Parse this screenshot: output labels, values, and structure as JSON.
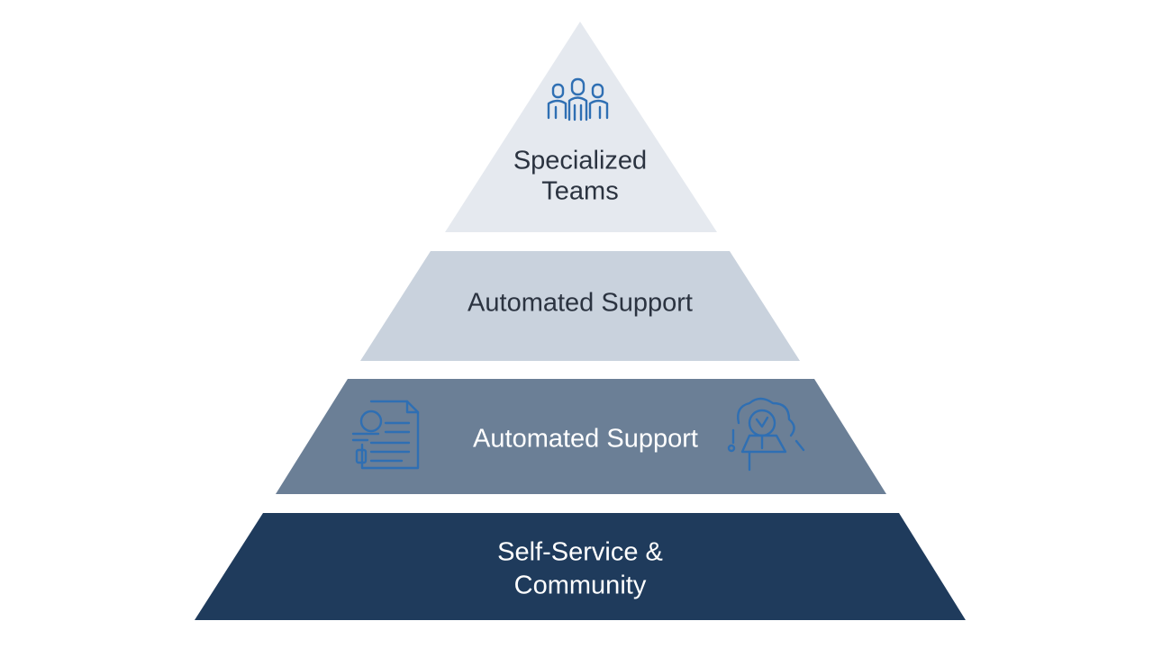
{
  "diagram": {
    "type": "pyramid",
    "tiers": [
      {
        "id": "top",
        "lines": [
          "Specialized",
          "Teams"
        ],
        "fill": "#e5e9ef",
        "text_color": "#2b3340",
        "icons": [
          "team-group-icon"
        ]
      },
      {
        "id": "upper-middle",
        "lines": [
          "Automated Support"
        ],
        "fill": "#c9d2dd",
        "text_color": "#2b3340",
        "icons": []
      },
      {
        "id": "lower-middle",
        "lines": [
          "Automated Support"
        ],
        "fill": "#6b7f96",
        "text_color": "#ffffff",
        "icons": [
          "document-bot-icon",
          "robot-head-icon"
        ]
      },
      {
        "id": "base",
        "lines": [
          "Self-Service &",
          "Community"
        ],
        "fill": "#1f3b5c",
        "text_color": "#ffffff",
        "icons": []
      }
    ],
    "icon_color": "#2f6fb3"
  }
}
